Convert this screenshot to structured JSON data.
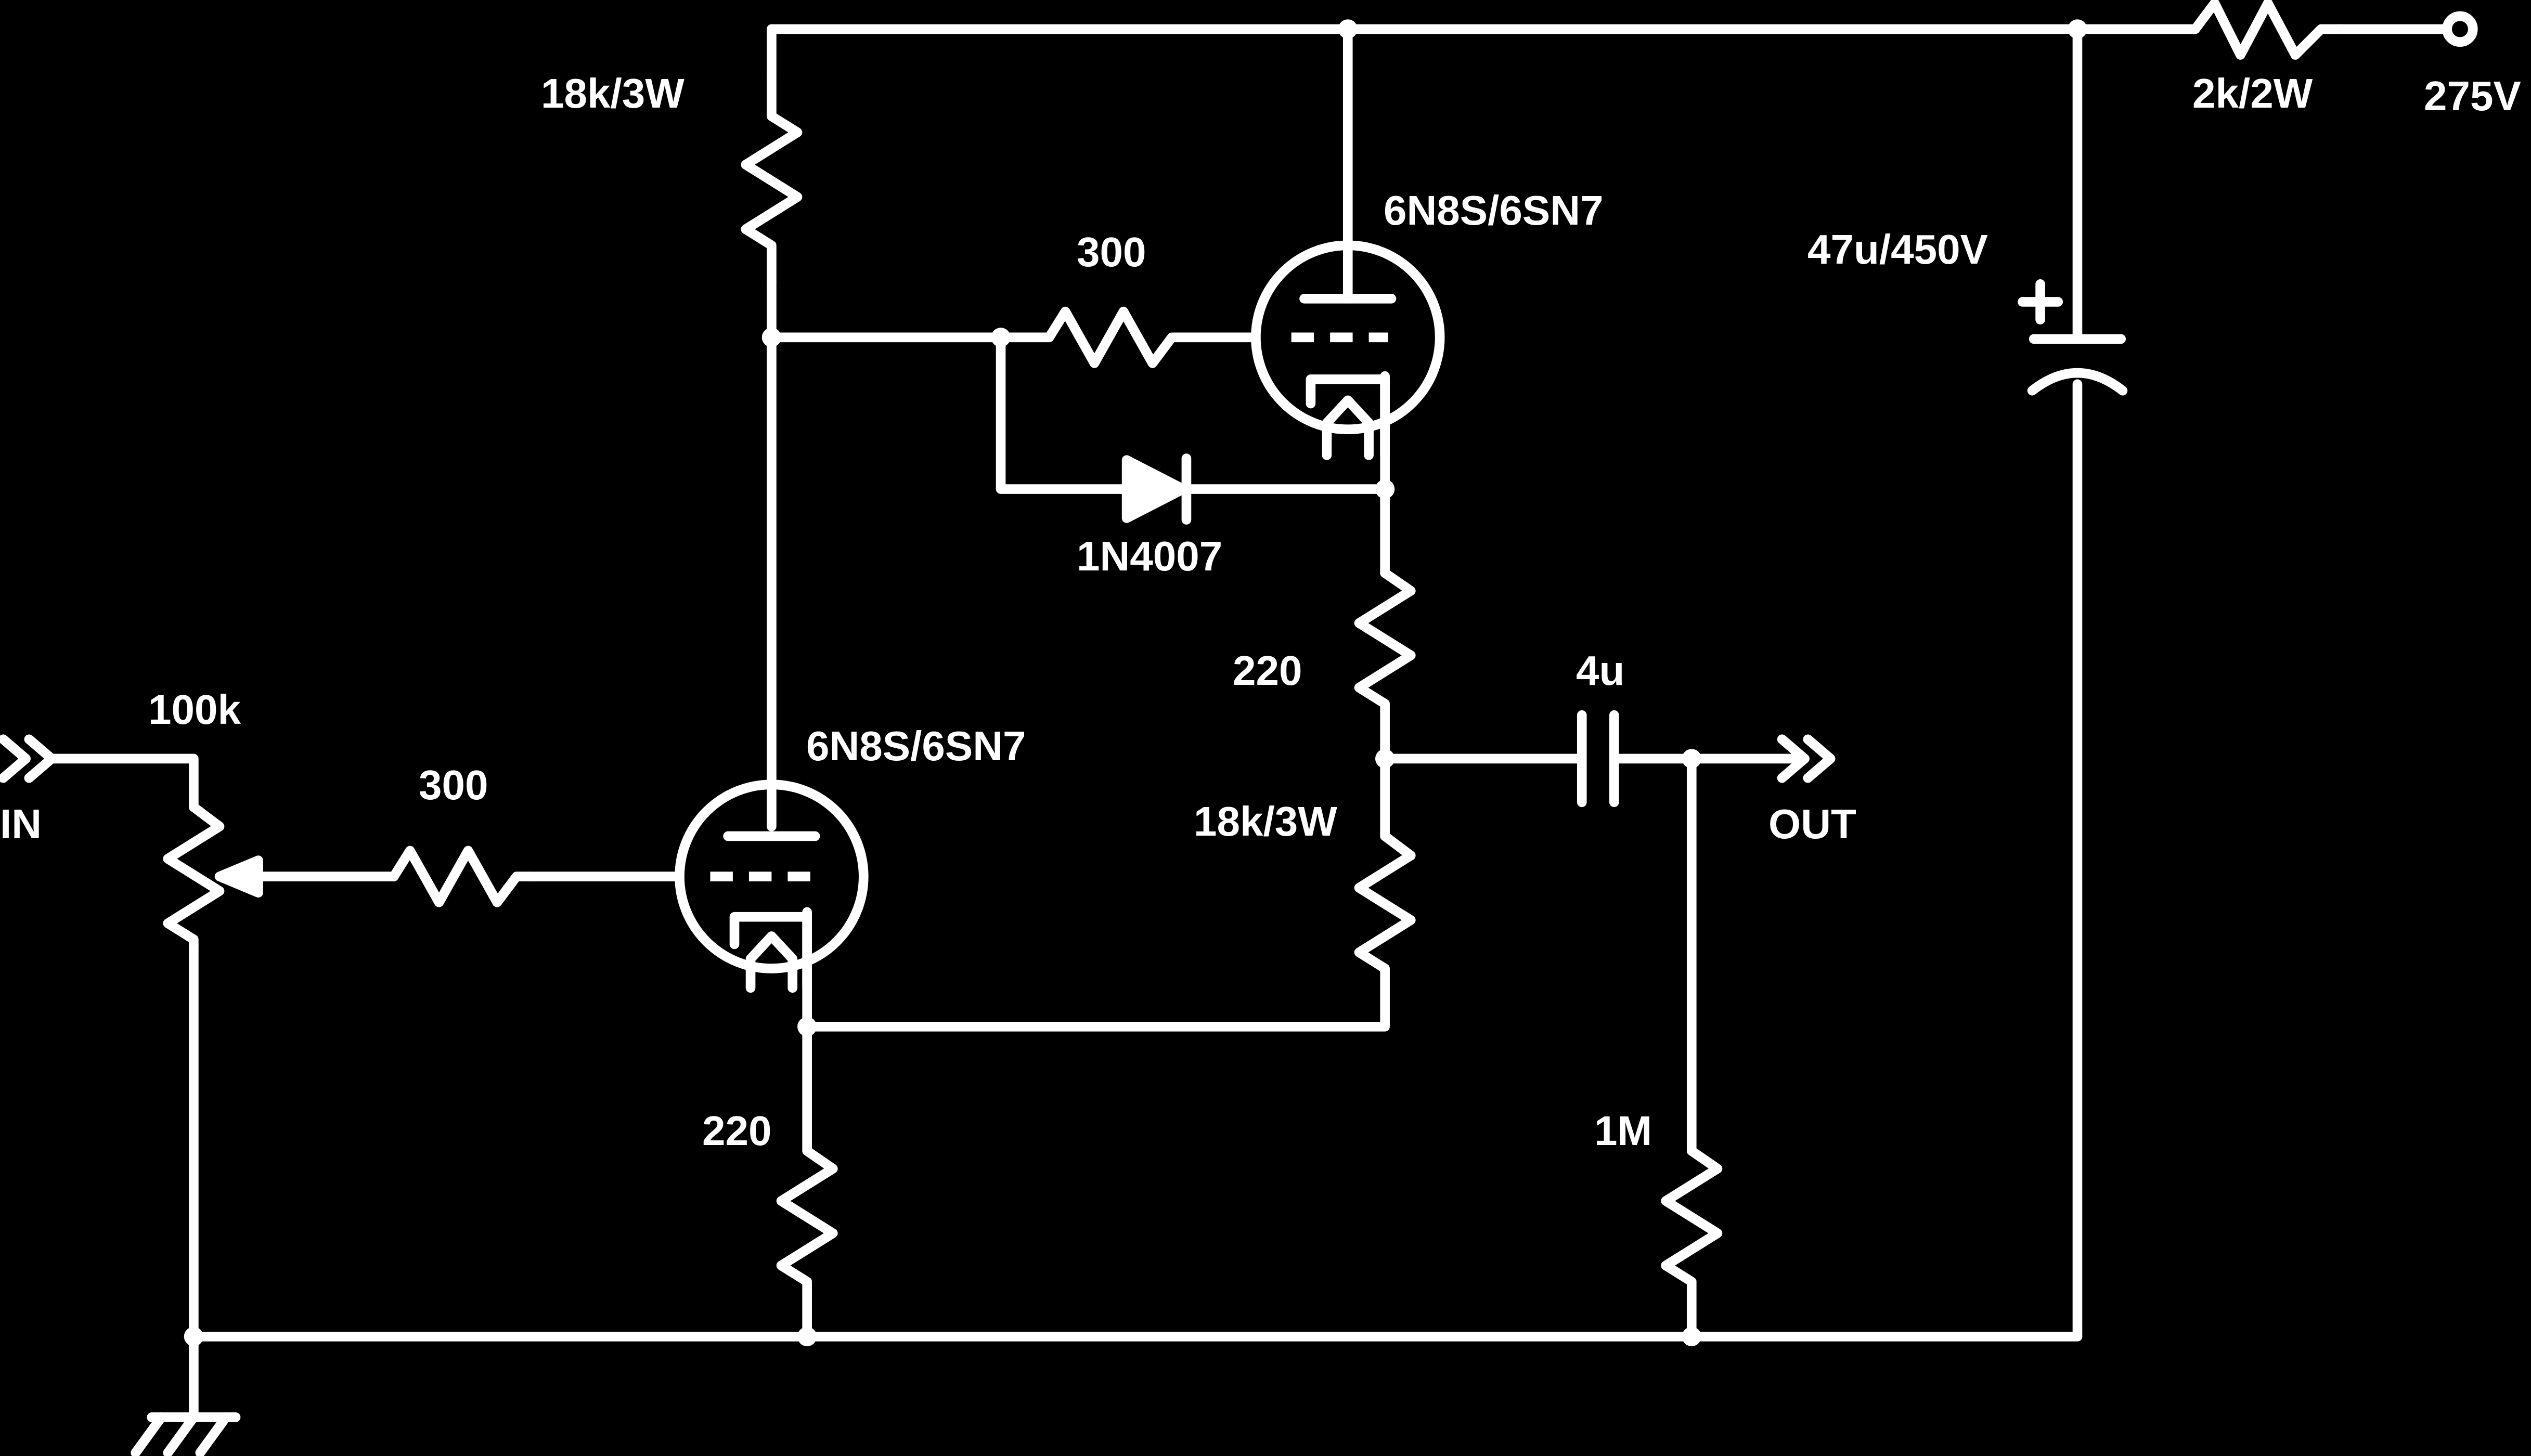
{
  "components": {
    "r_plate_v1": {
      "label": "18k/3W"
    },
    "r_grid_v2": {
      "label": "300"
    },
    "tube_v2": {
      "label": "6N8S/6SN7"
    },
    "r_supply": {
      "label": "2k/2W"
    },
    "supply": {
      "label": "275V"
    },
    "c_filter": {
      "label": "47u/450V"
    },
    "diode": {
      "label": "1N4007"
    },
    "r_cathode_v2": {
      "label": "220"
    },
    "c_output": {
      "label": "4u"
    },
    "pot_input": {
      "label": "100k"
    },
    "input": {
      "label": "IN"
    },
    "r_grid_v1": {
      "label": "300"
    },
    "tube_v1": {
      "label": "6N8S/6SN7"
    },
    "r_load": {
      "label": "18k/3W"
    },
    "output": {
      "label": "OUT"
    },
    "r_cathode_v1": {
      "label": "220"
    },
    "r_output": {
      "label": "1M"
    }
  }
}
